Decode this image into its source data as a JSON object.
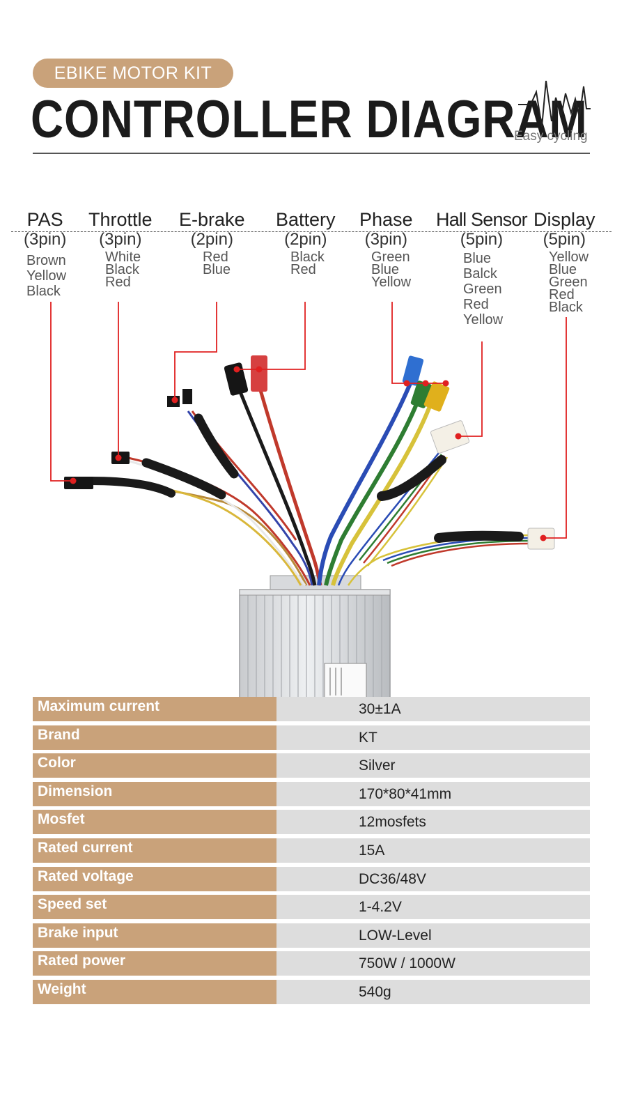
{
  "header": {
    "badge": "EBIKE MOTOR KIT",
    "title": "CONTROLLER  DIAGRAM",
    "logo_text": "Easy cycling",
    "logo_icon": "heartbeat-line-icon"
  },
  "connectors": [
    {
      "name": "PAS",
      "pins": "(3pin)",
      "wires": [
        "Brown",
        "Yellow",
        "Black"
      ]
    },
    {
      "name": "Throttle",
      "pins": "(3pin)",
      "wires": [
        "White",
        "Black",
        "Red"
      ]
    },
    {
      "name": "E-brake",
      "pins": "(2pin)",
      "wires": [
        "Red",
        "Blue"
      ]
    },
    {
      "name": "Battery",
      "pins": "(2pin)",
      "wires": [
        "Black",
        "Red"
      ]
    },
    {
      "name": "Phase",
      "pins": "(3pin)",
      "wires": [
        "Green",
        "Blue",
        "Yellow"
      ]
    },
    {
      "name": "Hall Sensor",
      "pins": "(5pin)",
      "wires": [
        "Blue",
        "Balck",
        "Green",
        "Red",
        "Yellow"
      ]
    },
    {
      "name": "Display",
      "pins": "(5pin)",
      "wires": [
        "Yellow",
        "Blue",
        "Green",
        "Red",
        "Black"
      ]
    }
  ],
  "colors": {
    "accent": "#c9a27a",
    "pointer": "#e02020",
    "table_value_bg": "#dddddd",
    "title": "#1b1b1b"
  },
  "specs": [
    {
      "key": "Maximum current",
      "value": "30±1A"
    },
    {
      "key": "Brand",
      "value": "KT"
    },
    {
      "key": "Color",
      "value": "Silver"
    },
    {
      "key": "Dimension",
      "value": "170*80*41mm"
    },
    {
      "key": "Mosfet",
      "value": "12mosfets"
    },
    {
      "key": "Rated current",
      "value": "15A"
    },
    {
      "key": "Rated voltage",
      "value": "DC36/48V"
    },
    {
      "key": "Speed set",
      "value": "1-4.2V"
    },
    {
      "key": "Brake input",
      "value": "LOW-Level"
    },
    {
      "key": "Rated power",
      "value": "750W / 1000W"
    },
    {
      "key": "Weight",
      "value": "540g"
    }
  ]
}
